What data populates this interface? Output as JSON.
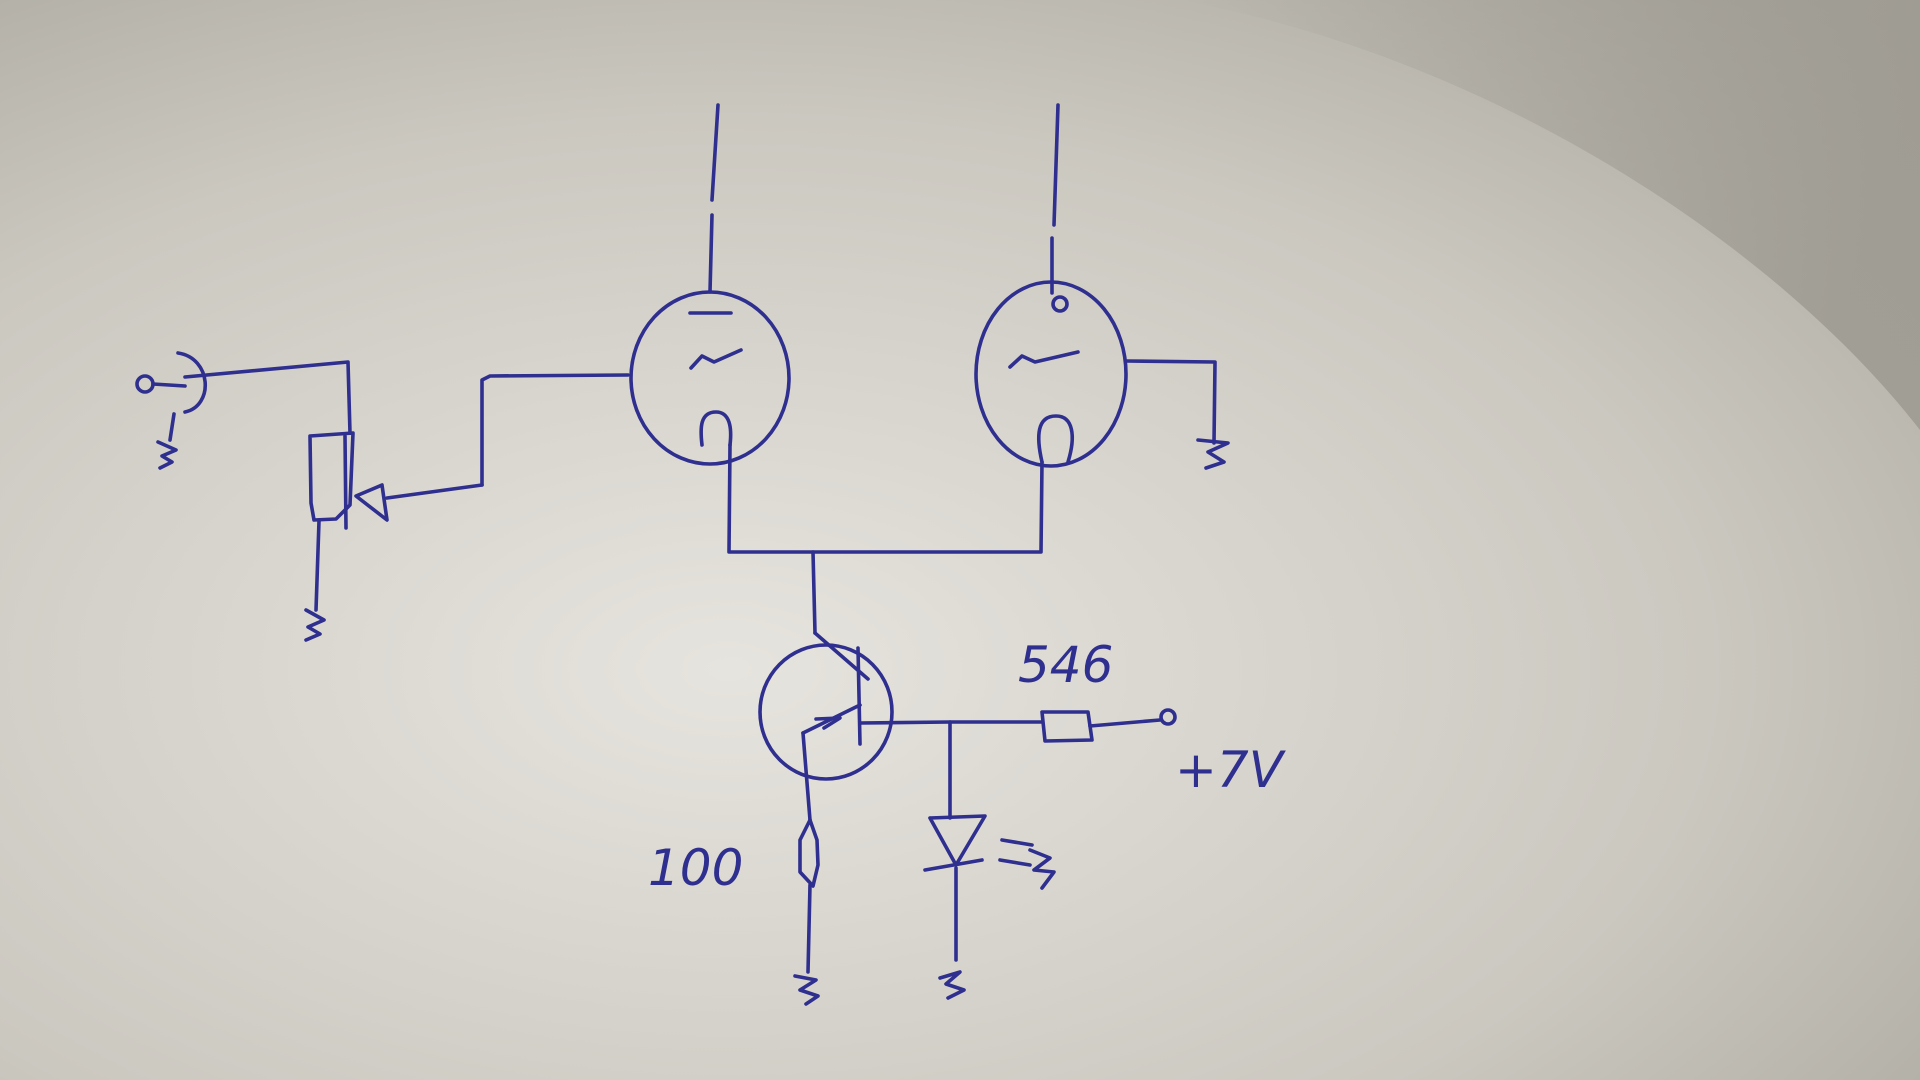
{
  "colors": {
    "paper_light": "#e6e4de",
    "paper_mid": "#cbc8c0",
    "paper_shadow": "#a7a49b",
    "ink": "#2f2f8f"
  },
  "labels": {
    "resistor_top": "546",
    "supply": "+7V",
    "resistor_emitter": "100"
  }
}
